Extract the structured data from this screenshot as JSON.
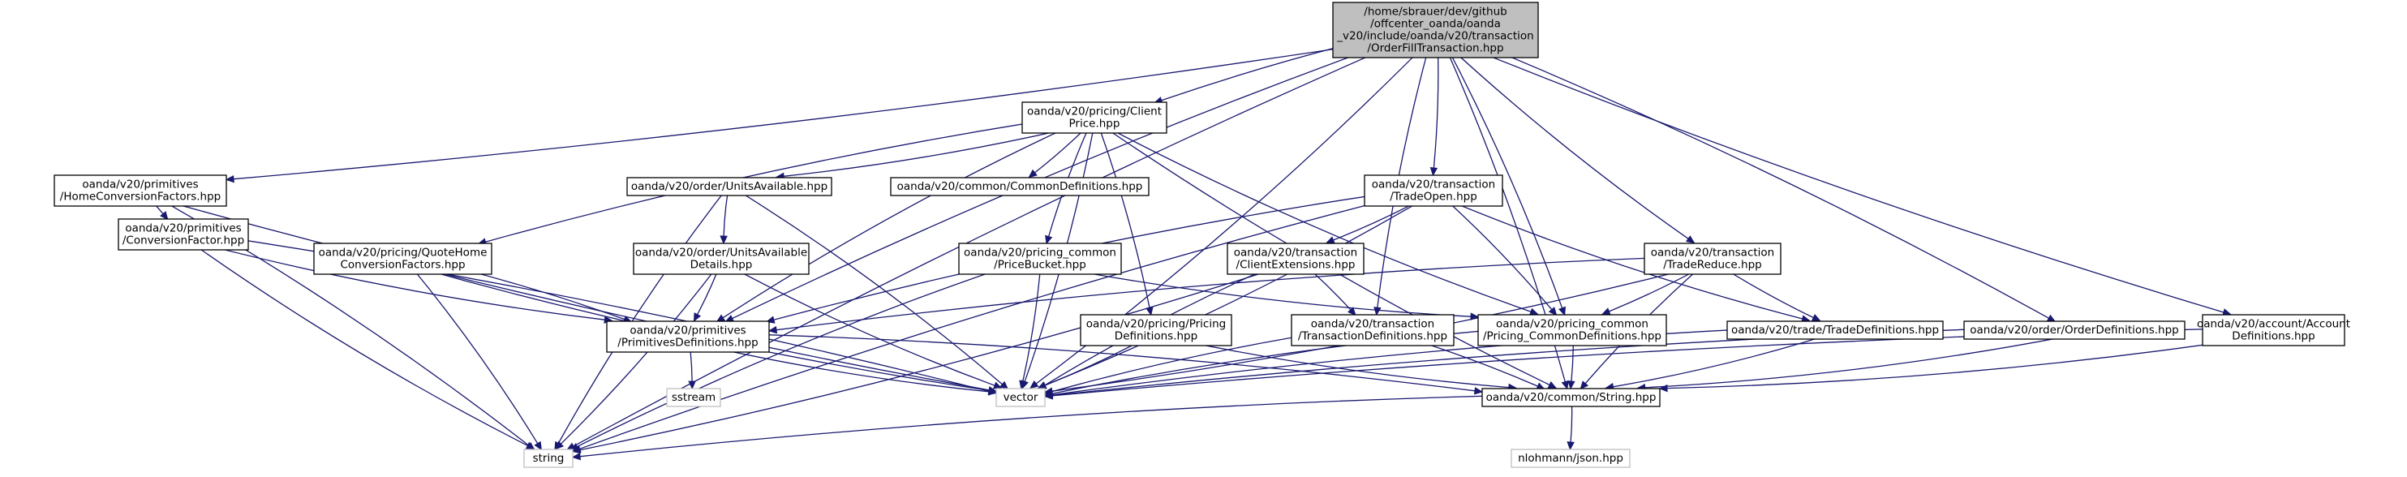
{
  "graph": {
    "colors": {
      "edge": "#191970",
      "root_fill": "#bfbfbf",
      "external_border": "#bfbfbf",
      "node_border": "#000000"
    },
    "nodes": [
      {
        "id": "root",
        "kind": "root",
        "lines": [
          "/home/sbrauer/dev/github",
          "/offcenter_oanda/oanda",
          "_v20/include/oanda/v20/transaction",
          "/OrderFillTransaction.hpp"
        ]
      },
      {
        "id": "clientprice",
        "kind": "internal",
        "lines": [
          "oanda/v20/pricing/Client",
          "Price.hpp"
        ]
      },
      {
        "id": "homeconv",
        "kind": "internal",
        "lines": [
          "oanda/v20/primitives",
          "/HomeConversionFactors.hpp"
        ]
      },
      {
        "id": "convfactor",
        "kind": "internal",
        "lines": [
          "oanda/v20/primitives",
          "/ConversionFactor.hpp"
        ]
      },
      {
        "id": "quotehome",
        "kind": "internal",
        "lines": [
          "oanda/v20/pricing/QuoteHome",
          "ConversionFactors.hpp"
        ]
      },
      {
        "id": "unitsavail",
        "kind": "internal",
        "lines": [
          "oanda/v20/order/UnitsAvailable.hpp"
        ]
      },
      {
        "id": "unitsdetails",
        "kind": "internal",
        "lines": [
          "oanda/v20/order/UnitsAvailable",
          "Details.hpp"
        ]
      },
      {
        "id": "commondefs",
        "kind": "internal",
        "lines": [
          "oanda/v20/common/CommonDefinitions.hpp"
        ]
      },
      {
        "id": "pricebucket",
        "kind": "internal",
        "lines": [
          "oanda/v20/pricing_common",
          "/PriceBucket.hpp"
        ]
      },
      {
        "id": "pricingdefs",
        "kind": "internal",
        "lines": [
          "oanda/v20/pricing/Pricing",
          "Definitions.hpp"
        ]
      },
      {
        "id": "tradeopen",
        "kind": "internal",
        "lines": [
          "oanda/v20/transaction",
          "/TradeOpen.hpp"
        ]
      },
      {
        "id": "clientext",
        "kind": "internal",
        "lines": [
          "oanda/v20/transaction",
          "/ClientExtensions.hpp"
        ]
      },
      {
        "id": "transdefs",
        "kind": "internal",
        "lines": [
          "oanda/v20/transaction",
          "/TransactionDefinitions.hpp"
        ]
      },
      {
        "id": "pricingcommon",
        "kind": "internal",
        "lines": [
          "oanda/v20/pricing_common",
          "/Pricing_CommonDefinitions.hpp"
        ]
      },
      {
        "id": "tradereduce",
        "kind": "internal",
        "lines": [
          "oanda/v20/transaction",
          "/TradeReduce.hpp"
        ]
      },
      {
        "id": "tradedefs",
        "kind": "internal",
        "lines": [
          "oanda/v20/trade/TradeDefinitions.hpp"
        ]
      },
      {
        "id": "orderdefs",
        "kind": "internal",
        "lines": [
          "oanda/v20/order/OrderDefinitions.hpp"
        ]
      },
      {
        "id": "accountdefs",
        "kind": "internal",
        "lines": [
          "oanda/v20/account/Account",
          "Definitions.hpp"
        ]
      },
      {
        "id": "primdefs",
        "kind": "internal",
        "lines": [
          "oanda/v20/primitives",
          "/PrimitivesDefinitions.hpp"
        ]
      },
      {
        "id": "commonstring",
        "kind": "internal",
        "lines": [
          "oanda/v20/common/String.hpp"
        ]
      },
      {
        "id": "sstream",
        "kind": "external",
        "lines": [
          "sstream"
        ]
      },
      {
        "id": "vector",
        "kind": "external",
        "lines": [
          "vector"
        ]
      },
      {
        "id": "string",
        "kind": "external",
        "lines": [
          "string"
        ]
      },
      {
        "id": "json",
        "kind": "external",
        "lines": [
          "nlohmann/json.hpp"
        ]
      }
    ],
    "edges": [
      [
        "root",
        "clientprice"
      ],
      [
        "root",
        "homeconv"
      ],
      [
        "root",
        "primdefs"
      ],
      [
        "root",
        "vector"
      ],
      [
        "root",
        "string"
      ],
      [
        "root",
        "tradeopen"
      ],
      [
        "root",
        "transdefs"
      ],
      [
        "root",
        "pricingcommon"
      ],
      [
        "root",
        "tradereduce"
      ],
      [
        "root",
        "orderdefs"
      ],
      [
        "root",
        "accountdefs"
      ],
      [
        "root",
        "commonstring"
      ],
      [
        "clientprice",
        "quotehome"
      ],
      [
        "clientprice",
        "unitsavail"
      ],
      [
        "clientprice",
        "primdefs"
      ],
      [
        "clientprice",
        "commondefs"
      ],
      [
        "clientprice",
        "pricebucket"
      ],
      [
        "clientprice",
        "pricingdefs"
      ],
      [
        "clientprice",
        "pricingcommon"
      ],
      [
        "clientprice",
        "vector"
      ],
      [
        "clientprice",
        "commonstring"
      ],
      [
        "homeconv",
        "convfactor"
      ],
      [
        "homeconv",
        "vector"
      ],
      [
        "homeconv",
        "string"
      ],
      [
        "convfactor",
        "primdefs"
      ],
      [
        "convfactor",
        "vector"
      ],
      [
        "convfactor",
        "string"
      ],
      [
        "quotehome",
        "primdefs"
      ],
      [
        "quotehome",
        "vector"
      ],
      [
        "quotehome",
        "string"
      ],
      [
        "unitsavail",
        "unitsdetails"
      ],
      [
        "unitsavail",
        "vector"
      ],
      [
        "unitsavail",
        "string"
      ],
      [
        "unitsdetails",
        "primdefs"
      ],
      [
        "unitsdetails",
        "vector"
      ],
      [
        "unitsdetails",
        "string"
      ],
      [
        "pricebucket",
        "pricingcommon"
      ],
      [
        "pricebucket",
        "vector"
      ],
      [
        "pricebucket",
        "string"
      ],
      [
        "pricingdefs",
        "vector"
      ],
      [
        "pricingdefs",
        "commonstring"
      ],
      [
        "tradeopen",
        "clientext"
      ],
      [
        "tradeopen",
        "primdefs"
      ],
      [
        "tradeopen",
        "pricingcommon"
      ],
      [
        "tradeopen",
        "tradedefs"
      ],
      [
        "tradeopen",
        "vector"
      ],
      [
        "tradeopen",
        "string"
      ],
      [
        "clientext",
        "transdefs"
      ],
      [
        "clientext",
        "vector"
      ],
      [
        "clientext",
        "string"
      ],
      [
        "tradereduce",
        "primdefs"
      ],
      [
        "tradereduce",
        "pricingcommon"
      ],
      [
        "tradereduce",
        "tradedefs"
      ],
      [
        "tradereduce",
        "vector"
      ],
      [
        "tradereduce",
        "commonstring"
      ],
      [
        "primdefs",
        "sstream"
      ],
      [
        "primdefs",
        "vector"
      ],
      [
        "primdefs",
        "commonstring"
      ],
      [
        "transdefs",
        "vector"
      ],
      [
        "transdefs",
        "commonstring"
      ],
      [
        "pricingcommon",
        "vector"
      ],
      [
        "pricingcommon",
        "commonstring"
      ],
      [
        "tradedefs",
        "vector"
      ],
      [
        "tradedefs",
        "commonstring"
      ],
      [
        "orderdefs",
        "vector"
      ],
      [
        "orderdefs",
        "commonstring"
      ],
      [
        "accountdefs",
        "vector"
      ],
      [
        "accountdefs",
        "commonstring"
      ],
      [
        "commonstring",
        "string"
      ],
      [
        "commonstring",
        "json"
      ]
    ]
  }
}
